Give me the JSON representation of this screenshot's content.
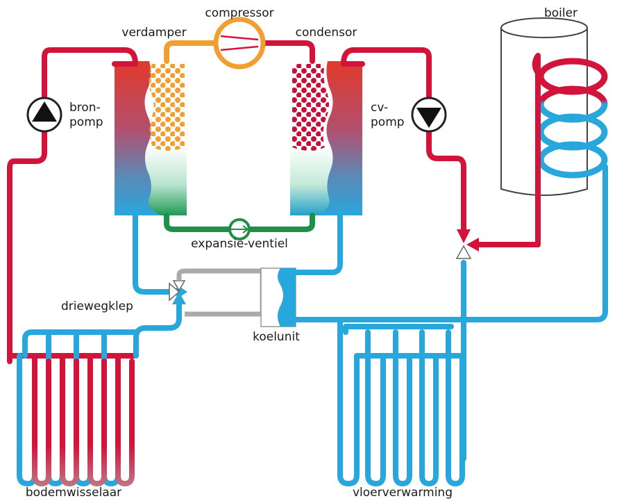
{
  "labels": {
    "compressor": "compressor",
    "boiler": "boiler",
    "verdamper": "verdamper",
    "condensor": "condensor",
    "bron_pomp_line1": "bron-",
    "bron_pomp_line2": "pomp",
    "cv_pomp_line1": "cv-",
    "cv_pomp_line2": "pomp",
    "expansie_ventiel": "expansie-ventiel",
    "driewegklep": "driewegklep",
    "koelunit": "koelunit",
    "bodemwisselaar": "bodemwisselaar",
    "vloerverwarming": "vloerverwarming"
  },
  "colors": {
    "hot": "#d2143a",
    "cold": "#27a7dc",
    "orange": "#f0a030",
    "green": "#1f8f4a",
    "dark_red": "#c4123a"
  }
}
